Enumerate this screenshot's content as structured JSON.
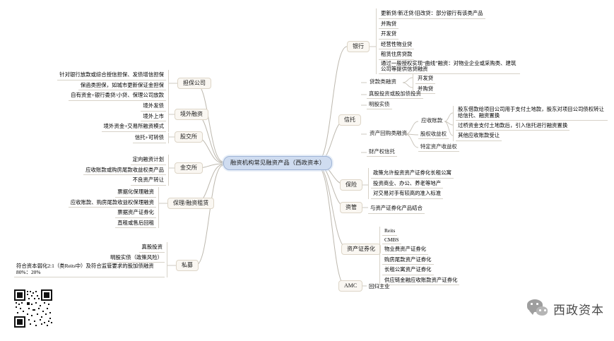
{
  "root": {
    "label": "融资机构常见融资产品（西政资本）"
  },
  "branches": {
    "bank": {
      "label": "银行",
      "items": [
        "更新贷/新迁贷/旧改贷：部分银行有该类产品",
        "并购贷",
        "开发贷",
        "经营性物业贷",
        "租赁住房贷款",
        "通过一般授权实现“曲线”融资：对物业企业或采购类、建筑公司等提供信贷融资"
      ]
    },
    "guarantee": {
      "label": "担保公司",
      "items": [
        "针对银行放款或综合授信担保、发债增信担保",
        "保函类担保，如城市更新保证金担保",
        "自有资金+银行委贷/小贷、保理公司放款"
      ]
    },
    "overseas": {
      "label": "境外融资",
      "items": [
        "境外发债",
        "境外上市",
        "境外资金+交易所融资模式"
      ]
    },
    "equity_exchange": {
      "label": "股交所",
      "items": [
        "信托+可转债"
      ]
    },
    "financial_exchange": {
      "label": "金交所",
      "items": [
        "定向融资计划",
        "应收账款或购房尾款收益权类产品",
        "不良资产转让"
      ]
    },
    "factoring": {
      "label": "保理/融资租赁",
      "items": [
        "票据化保理融资",
        "应收账款、购房尾款收益权保理融资",
        "票据资产证券化",
        "直租或售后回租"
      ]
    },
    "private_fund": {
      "label": "私募",
      "items": [
        "真股投资",
        "明股实债（政策风险）",
        "符合资本弱化2:1（类Reits中）及符合监管要求的股加债融资80%：20%"
      ]
    },
    "trust": {
      "label": "信托",
      "groups": [
        {
          "label": "贷款类融资",
          "items": [
            "开发贷",
            "并购贷"
          ]
        },
        {
          "label": "真股投资或股加债投资",
          "items": []
        },
        {
          "label": "明股实债",
          "items": []
        },
        {
          "label": "资产回购类融资",
          "subgroups": [
            {
              "label": "应收账款",
              "items": [
                "股东借款给项目公司用于支付土地款，股东对项目公司债权转让给信托、融资置换",
                "过桥资金支付土地款后，引入信托进行融资置换",
                "其他应收账款受让"
              ]
            },
            {
              "label": "股权收益权",
              "items": []
            },
            {
              "label": "特定资产收益权",
              "items": []
            }
          ]
        },
        {
          "label": "财产权信托",
          "items": []
        }
      ]
    },
    "insurance": {
      "label": "保险",
      "items": [
        "政策允许投资资产证券化长租公寓",
        "投资商业、办公、养老等地产",
        "对交易对手有较高的准入标准"
      ]
    },
    "asset_management": {
      "label": "资管",
      "items": [
        "与资产证券化产品结合"
      ]
    },
    "securitization": {
      "label": "资产证券化",
      "items": [
        "Reits",
        "CMBS",
        "物业费资产证券化",
        "购房尾款资产证券化",
        "长租公寓资产证券化",
        "供应链金融应收账款资产证券化"
      ]
    },
    "amc": {
      "label": "AMC",
      "items": [
        "回归主业"
      ]
    }
  },
  "watermark": {
    "text": "西政资本",
    "icon": "wechat-icon"
  },
  "qr_code": {
    "icon": "qr-code"
  },
  "colors": {
    "root_fill": "#cfdcf0",
    "root_border": "#9fb4d6",
    "category_fill": "#faf7f2",
    "category_border": "#ddd5c7",
    "line": "#c9c4bb",
    "text": "#1b1b1b"
  }
}
